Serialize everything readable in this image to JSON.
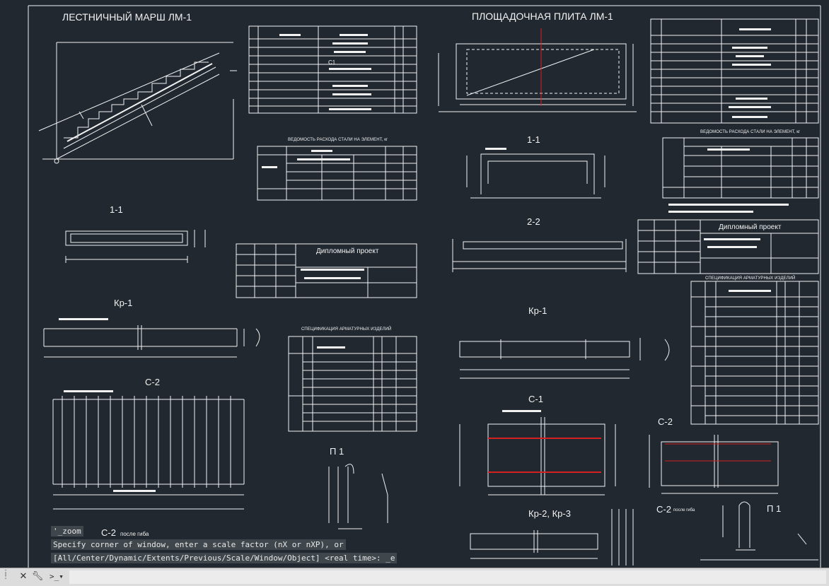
{
  "sheet": {
    "titles": {
      "stair_flight": "ЛЕСТНИЧНЫЙ МАРШ ЛМ-1",
      "landing_slab": "ПЛОЩАДОЧНАЯ ПЛИТА ЛМ-1"
    },
    "section_labels": {
      "left_1_1": "1-1",
      "right_1_1": "1-1",
      "right_2_2": "2-2",
      "left_kr1": "Кр-1",
      "right_kr1": "Кр-1",
      "left_c2": "С-2",
      "right_c1": "С-1",
      "right_c2": "С-2",
      "left_p1": "П 1",
      "right_p1": "П 1",
      "kr2_kr3": "Кр-2, Кр-3",
      "left_c2_after": "С-2",
      "left_c2_after_sub": "после гиба",
      "right_c2_after": "С-2",
      "right_c2_after_sub": "после гиба",
      "c1_marker": "С1"
    },
    "table_titles": {
      "steel_left": "ВЕДОМОСТЬ РАСХОДА СТАЛИ НА ЭЛЕМЕНТ, кг",
      "steel_right": "ВЕДОМОСТЬ РАСХОДА СТАЛИ НА ЭЛЕМЕНТ, кг",
      "spec_left": "СПЕЦИФИКАЦИЯ АРМАТУРНЫХ ИЗДЕЛИЙ",
      "spec_right": "СПЕЦИФИКАЦИЯ АРМАТУРНЫХ ИЗДЕЛИЙ"
    },
    "stamps": {
      "left": "Дипломный проект",
      "right": "Дипломный проект"
    }
  },
  "command_history": [
    "'_zoom",
    "Specify corner of window, enter a scale factor (nX or nXP), or",
    "[All/Center/Dynamic/Extents/Previous/Scale/Window/Object] <real time>:  _e"
  ],
  "command_line": {
    "input_value": "",
    "close_icon": "close-icon",
    "customize_icon": "wrench-icon",
    "prompt_icon": "command-prompt-icon"
  },
  "colors": {
    "background": "#212830",
    "lines": "#f2f2f2",
    "highlight": "#d42020"
  }
}
